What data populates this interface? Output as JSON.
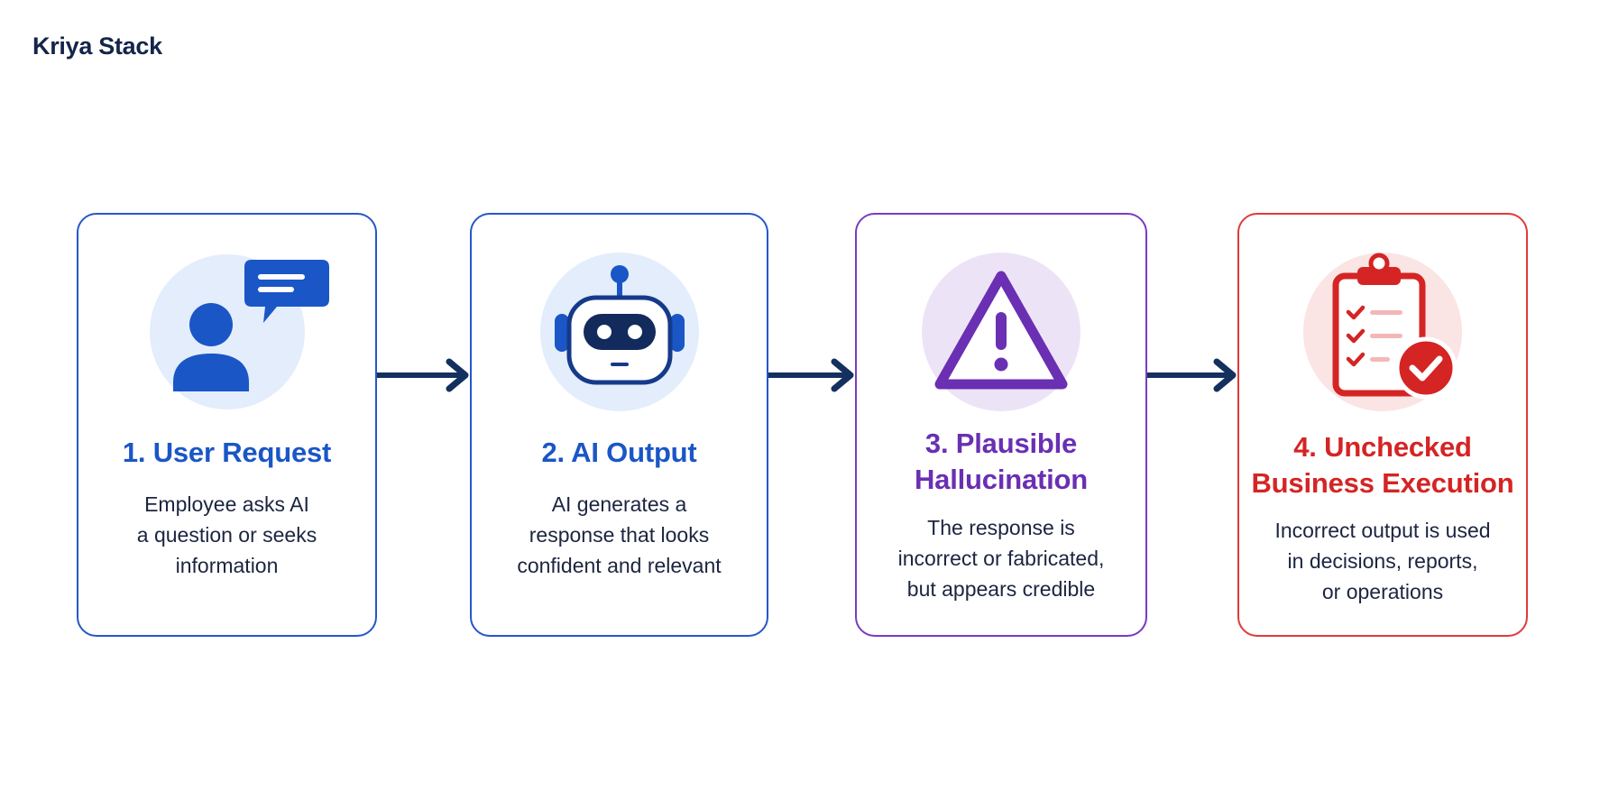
{
  "brand": "Kriya Stack",
  "steps": [
    {
      "title_lines": [
        "1. User Request"
      ],
      "desc_lines": [
        "Employee asks AI",
        "a question or seeks",
        "information"
      ],
      "icon": "user-chat-icon",
      "color": "#1a56c6"
    },
    {
      "title_lines": [
        "2. AI Output"
      ],
      "desc_lines": [
        "AI generates a",
        "response that looks",
        "confident and relevant"
      ],
      "icon": "robot-icon",
      "color": "#1a56c6"
    },
    {
      "title_lines": [
        "3. Plausible",
        "Hallucination"
      ],
      "desc_lines": [
        "The response is",
        "incorrect or fabricated,",
        "but appears credible"
      ],
      "icon": "warning-icon",
      "color": "#6a2fb3"
    },
    {
      "title_lines": [
        "4. Unchecked",
        "Business Execution"
      ],
      "desc_lines": [
        "Incorrect output is used",
        "in decisions, reports,",
        "or operations"
      ],
      "icon": "clipboard-check-icon",
      "color": "#d52424"
    }
  ],
  "arrow_color": "#13305e"
}
